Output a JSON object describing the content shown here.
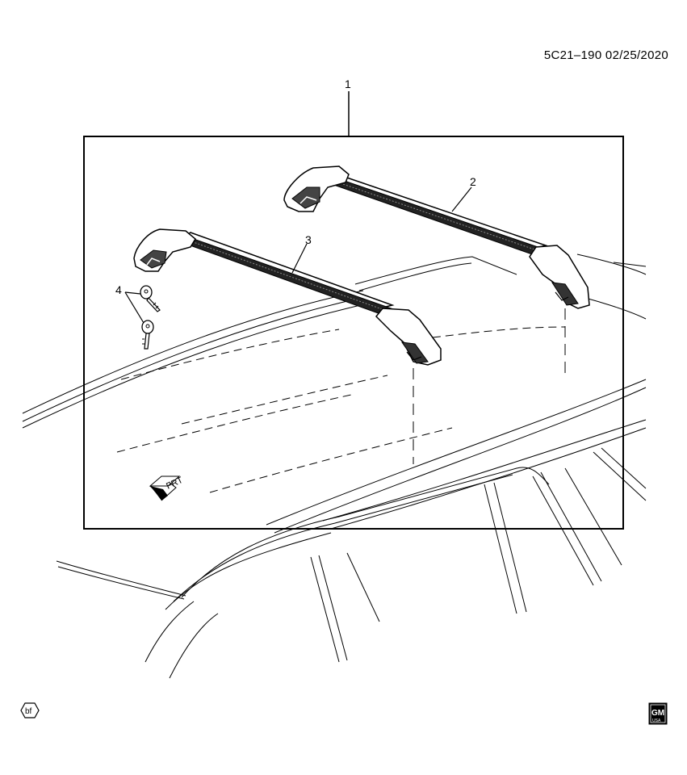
{
  "header": {
    "diagram_code": "5C21–190 02/25/2020"
  },
  "callouts": {
    "c1": "1",
    "c2": "2",
    "c3": "3",
    "c4": "4"
  },
  "front_indicator": "FRT",
  "footer": {
    "symbol_text": "bf",
    "logo_text_top": "GM",
    "logo_text_bottom": "USA"
  }
}
